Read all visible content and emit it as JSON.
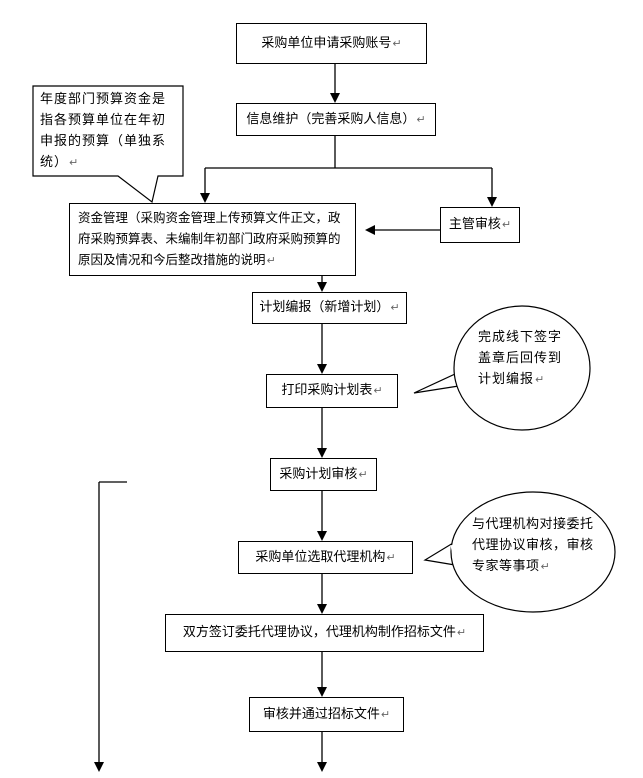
{
  "nodes": {
    "apply_account": "采购单位申请采购账号",
    "info_maintain": "信息维护（完善采购人信息）",
    "fund_management": "资金管理（采购资金管理上传预算文件正文，政府采购预算表、未编制年初部门政府采购预算的原因及情况和今后整改措施的说明",
    "supervisor_review": "主管审核",
    "plan_compile": "计划编报（新增计划）",
    "print_plan": "打印采购计划表",
    "plan_review": "采购计划审核",
    "select_agency": "采购单位选取代理机构",
    "sign_agreement": "双方签订委托代理协议，代理机构制作招标文件",
    "approve_docs": "审核并通过招标文件"
  },
  "notes": {
    "annual_budget": "年度部门预算资金是指各预算单位在年初申报的预算（单独系统）",
    "offline_sign": "完成线下签字盖章后回传到计划编报",
    "agency_agreement": "与代理机构对接委托代理协议审核，审核专家等事项"
  },
  "paragraph_mark": "↵"
}
